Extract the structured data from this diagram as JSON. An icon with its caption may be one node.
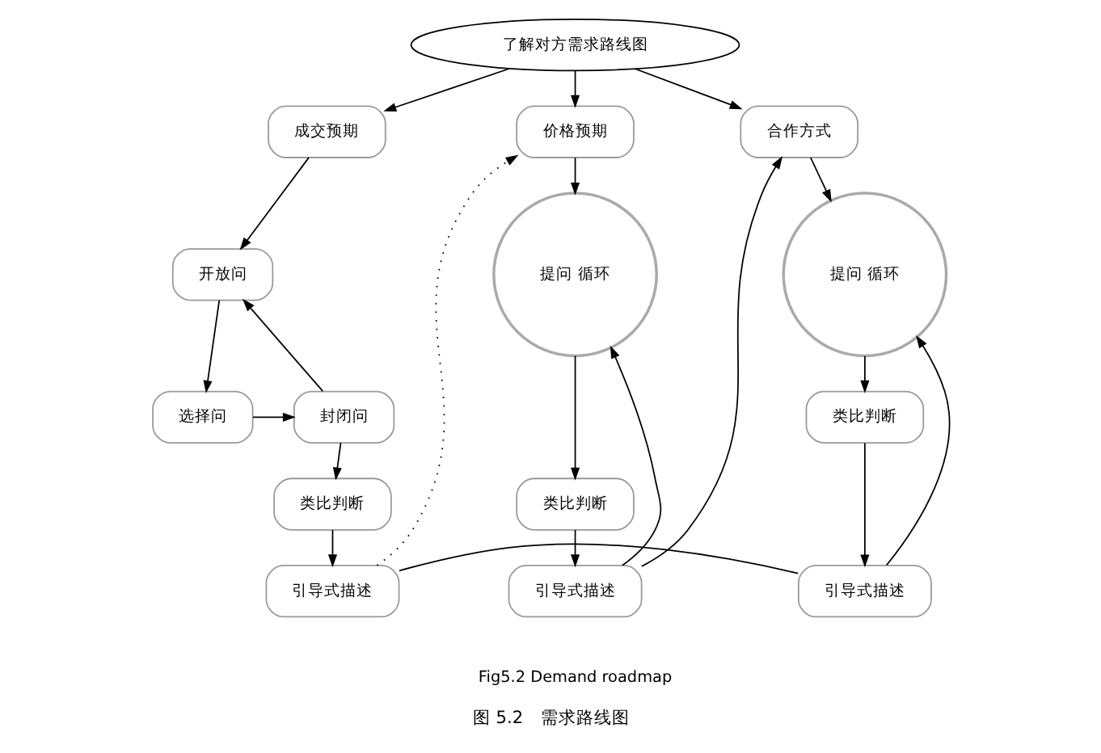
{
  "diagram": {
    "caption": "图 5.2　需求路线图",
    "nodes": [
      {
        "text": [
          "了解对方需求路线图"
        ]
      },
      {
        "text": [
          "成交预期"
        ]
      },
      {
        "text": [
          "开放问"
        ]
      },
      {
        "text": [
          "封闭问"
        ]
      },
      {
        "text": [
          "选择问"
        ]
      },
      {
        "text": [
          "类比判断"
        ]
      },
      {
        "text": [
          "引导式描述"
        ]
      },
      {
        "text": [
          "价格预期"
        ]
      },
      {
        "text": [
          "提问 循环"
        ]
      },
      {
        "text": [
          "类比判断"
        ]
      },
      {
        "text": [
          "引导式描述"
        ]
      },
      {
        "text": [
          "合作方式"
        ]
      },
      {
        "text": [
          "提问 循环"
        ]
      },
      {
        "text": [
          "类比判断"
        ]
      },
      {
        "text": [
          "引导式描述"
        ]
      }
    ],
    "edges": [
      {
        "from": 0,
        "to": 1,
        "arrow": "to"
      },
      {
        "from": 0,
        "to": 7,
        "arrow": "to"
      },
      {
        "from": 0,
        "to": 11,
        "arrow": "to"
      },
      {
        "from": 1,
        "to": 2,
        "arrow": "to"
      },
      {
        "from": 3,
        "to": 2,
        "arrow": "to"
      },
      {
        "from": 2,
        "to": 4,
        "arrow": "to"
      },
      {
        "from": 4,
        "to": 3,
        "arrow": "to"
      },
      {
        "from": 3,
        "to": 5,
        "arrow": "to"
      },
      {
        "from": 5,
        "to": 6,
        "arrow": "to"
      },
      {
        "from": 6,
        "to": 7,
        "arrow": "to",
        "style": "dashed"
      },
      {
        "from": 7,
        "to": 8,
        "arrow": "to"
      },
      {
        "from": 8,
        "to": 9,
        "arrow": "to"
      },
      {
        "from": 9,
        "to": 10,
        "arrow": "to"
      },
      {
        "from": 10,
        "to": 8,
        "arrow": "to"
      },
      {
        "from": 10,
        "to": 11,
        "arrow": "to"
      },
      {
        "from": 11,
        "to": 12,
        "arrow": "to"
      },
      {
        "from": 12,
        "to": 13,
        "arrow": "to"
      },
      {
        "from": 13,
        "to": 14,
        "arrow": "to"
      },
      {
        "from": 14,
        "to": 12,
        "arrow": "to"
      },
      {
        "from": 6,
        "to": 14,
        "arrow": "none"
      }
    ],
    "labels": [
      "Fig5.2 Demand roadmap"
    ]
  }
}
